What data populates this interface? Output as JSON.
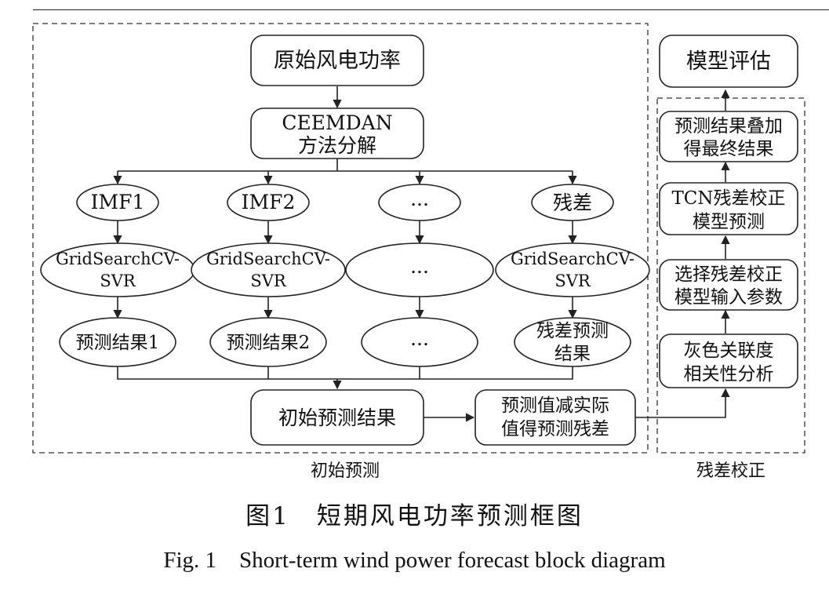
{
  "nodes": {
    "raw": [
      "原始风电功率"
    ],
    "ceemdan": [
      "CEEMDAN",
      "方法分解"
    ],
    "imf1": [
      "IMF1"
    ],
    "imf2": [
      "IMF2"
    ],
    "imf_dots": [
      "..."
    ],
    "residual": [
      "残差"
    ],
    "svr1": [
      "GridSearchCV-",
      "SVR"
    ],
    "svr2": [
      "GridSearchCV-",
      "SVR"
    ],
    "svr_dots": [
      "..."
    ],
    "svr_res": [
      "GridSearchCV-",
      "SVR"
    ],
    "pred1": [
      "预测结果1"
    ],
    "pred2": [
      "预测结果2"
    ],
    "pred_dots": [
      "..."
    ],
    "pred_res": [
      "残差预测",
      "结果"
    ],
    "initial": [
      "初始预测结果"
    ],
    "subtract": [
      "预测值减实际",
      "值得预测残差"
    ],
    "grey": [
      "灰色关联度",
      "相关性分析"
    ],
    "select": [
      "选择残差校正",
      "模型输入参数"
    ],
    "tcn": [
      "TCN残差校正",
      "模型预测"
    ],
    "sum": [
      "预测结果叠加",
      "得最终结果"
    ],
    "eval": [
      "模型评估"
    ]
  },
  "group_labels": {
    "initial_prediction": "初始预测",
    "residual_correction": "残差校正"
  },
  "caption": {
    "cn": "图1　短期风电功率预测框图",
    "en": "Fig. 1　Short-term wind power forecast block diagram"
  }
}
